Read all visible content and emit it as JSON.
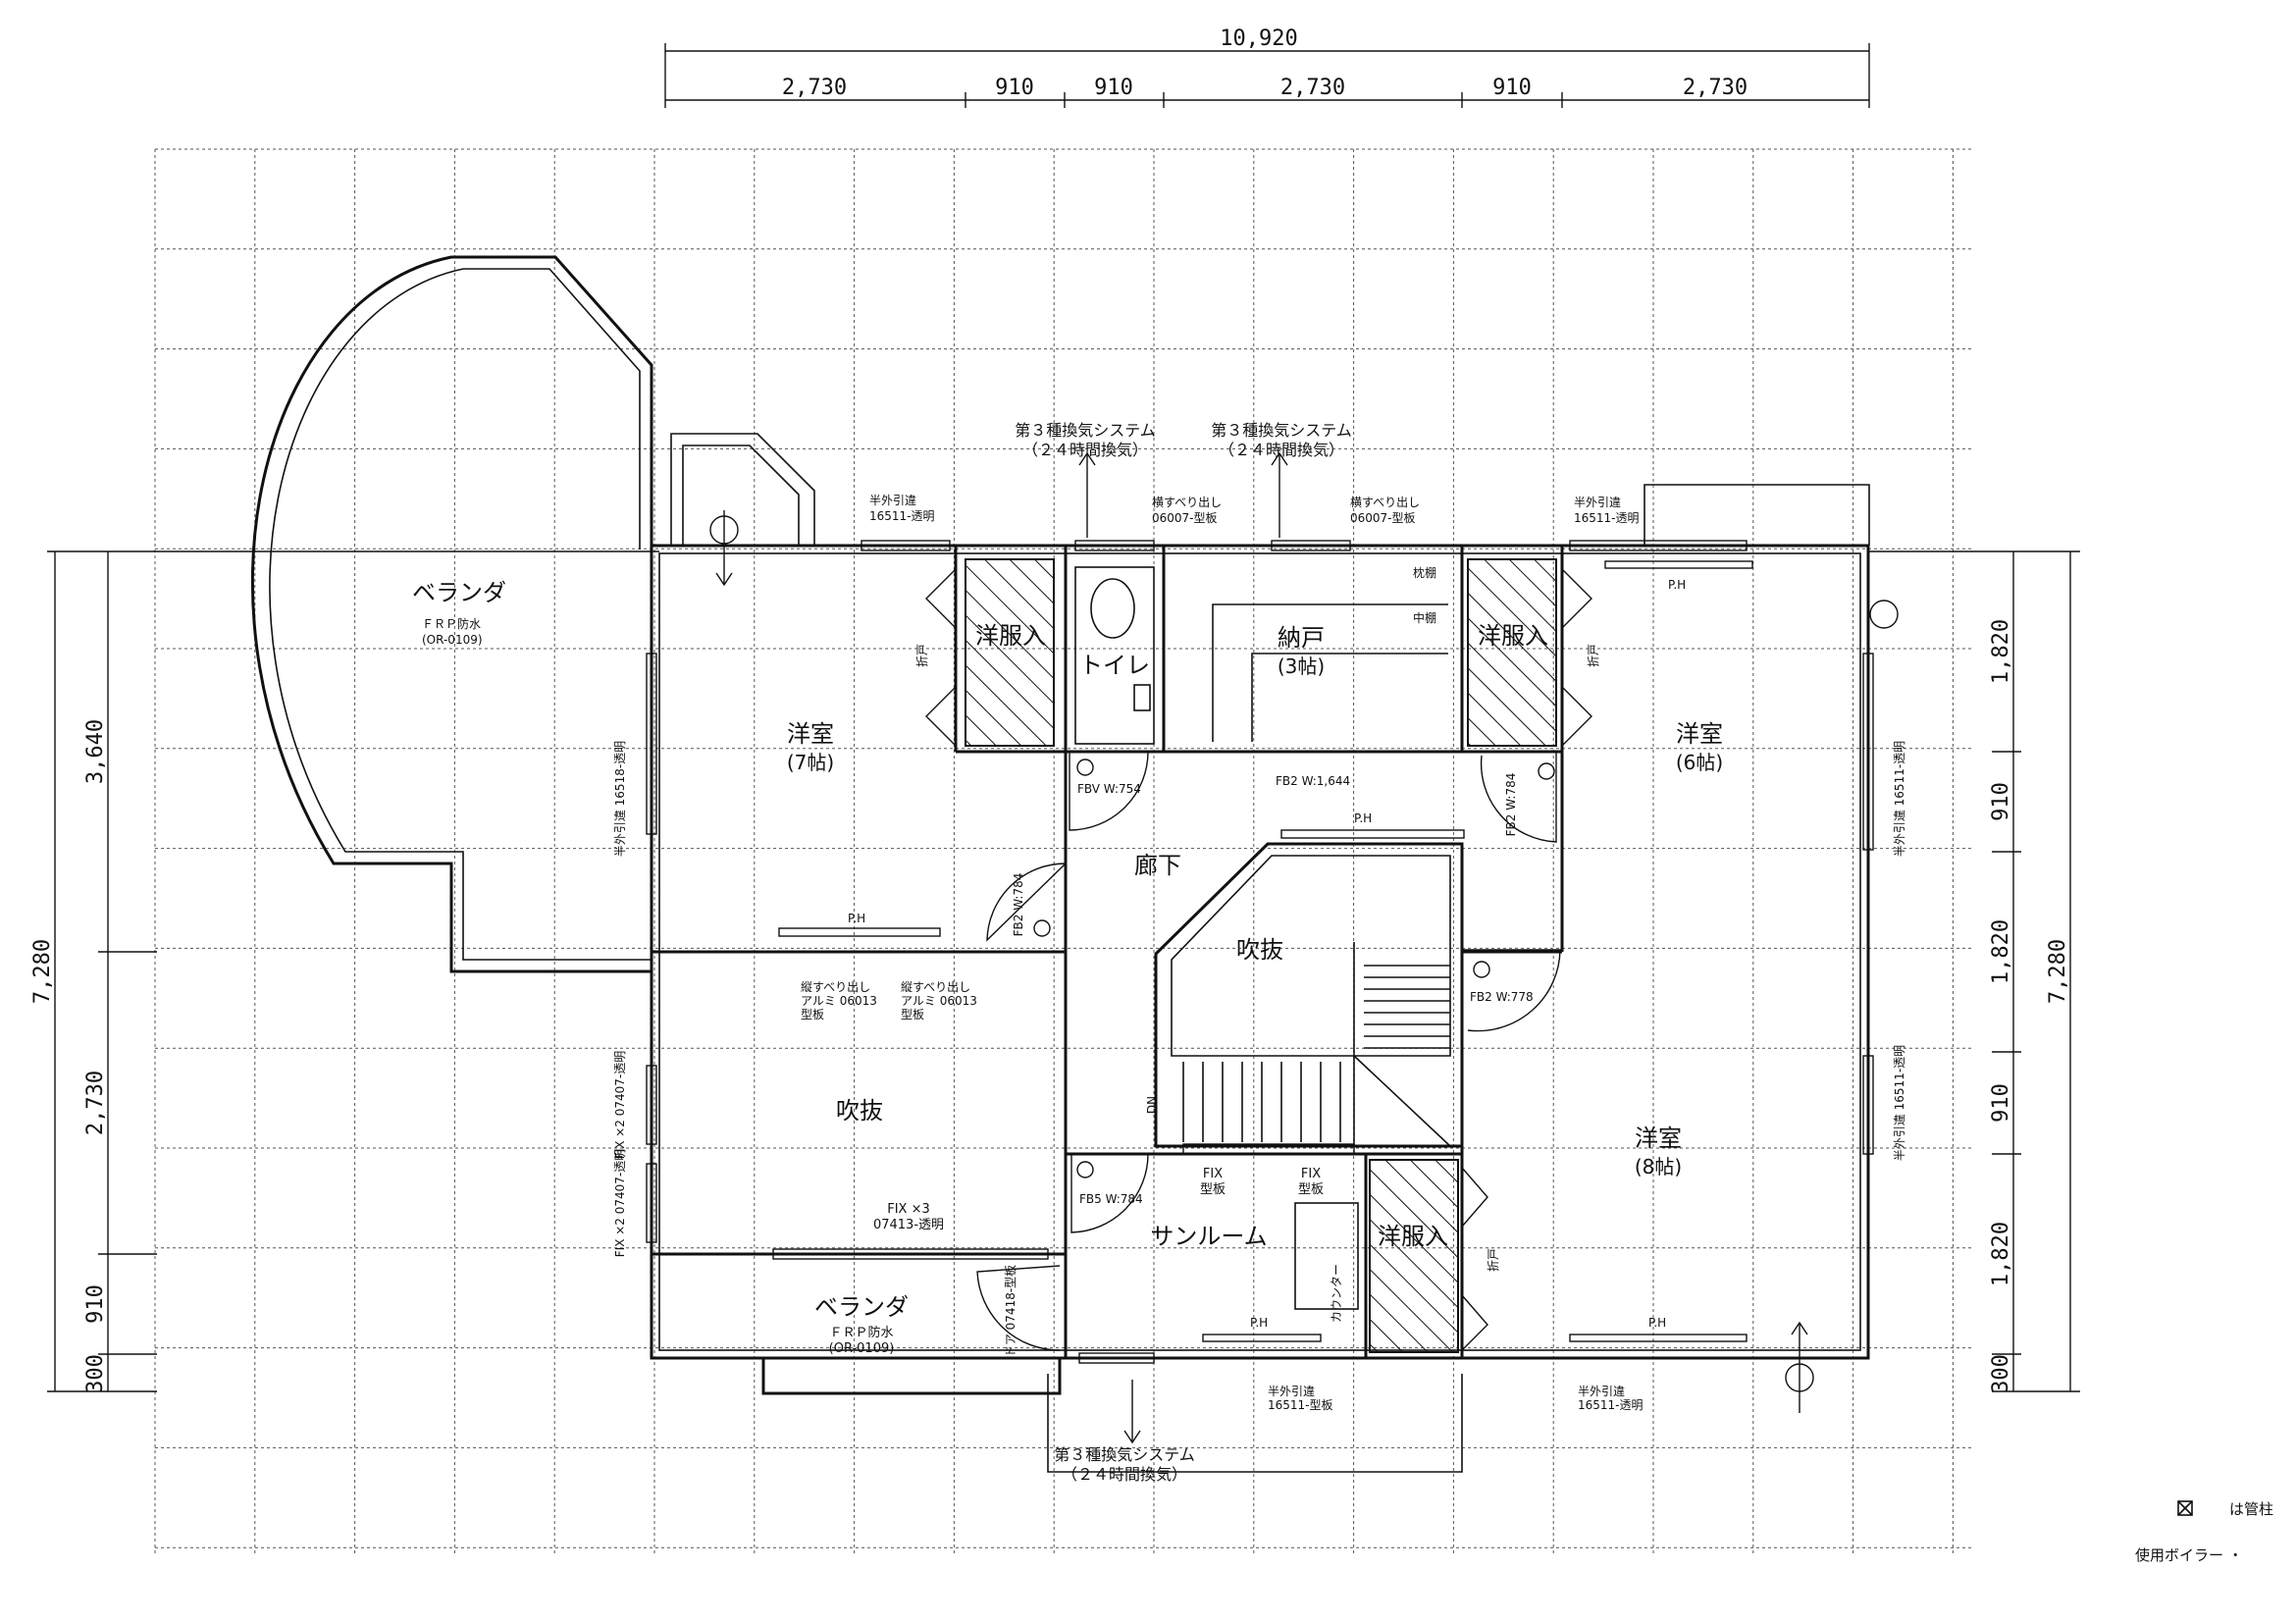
{
  "dimensions": {
    "total_width": "10,920",
    "top_segments": [
      "2,730",
      "910",
      "910",
      "2,730",
      "910",
      "2,730"
    ],
    "left_total": "7,280",
    "left_segments": [
      "3,640",
      "2,730",
      "910",
      "300"
    ],
    "right_total": "7,280",
    "right_segments": [
      "1,820",
      "910",
      "1,820",
      "910",
      "1,820",
      "300"
    ]
  },
  "rooms": {
    "veranda_top": {
      "name": "ベランダ",
      "spec": "ＦＲＰ防水",
      "code": "(OR-0109)"
    },
    "veranda_bottom": {
      "name": "ベランダ",
      "spec": "ＦＲＰ防水",
      "code": "(OR-0109)"
    },
    "western_room_7": {
      "name": "洋室",
      "size": "(7帖)"
    },
    "western_room_6": {
      "name": "洋室",
      "size": "(6帖)"
    },
    "western_room_8": {
      "name": "洋室",
      "size": "(8帖)"
    },
    "closet_left": "洋服入",
    "closet_right": "洋服入",
    "closet_bottom": "洋服入",
    "toilet": "トイレ",
    "storage": {
      "name": "納戸",
      "size": "(3帖)"
    },
    "hallway": "廊下",
    "void_center": "吹抜",
    "void_left": "吹抜",
    "sunroom": "サンルーム",
    "counter": "カウンター"
  },
  "ventilation": {
    "label1": "第３種換気システム",
    "sub1": "（２４時間換気）",
    "label2": "第３種換気システム",
    "sub2": "（２４時間換気）",
    "label3": "第３種換気システム",
    "sub3": "（２４時間換気）"
  },
  "annotations": {
    "shelf_pillow": "枕棚",
    "shelf_middle": "中棚",
    "ph_top_right": "P.H",
    "ph_center": "P.H",
    "ph_left": "P.H",
    "ph_sunroom": "P.H",
    "ph_bottom_right": "P.H",
    "fbv_toilet": "FBV W:754",
    "fb2_storage": "FB2 W:1,644",
    "fb2_right_room": "FB2 W:784",
    "fb2_left_room": "FB2 W:784",
    "fb2_stairs": "FB2 W:778",
    "fb5_sunroom": "FB5 W:784",
    "folding_door_left": "折戸",
    "folding_door_right": "折戸",
    "folding_door_bottom": "折戸",
    "stairs_dn": "DN",
    "fix_sunroom_1": "FIX",
    "fix_sunroom_1b": "型板",
    "fix_sunroom_2": "FIX",
    "fix_sunroom_2b": "型板",
    "fix_x3": "FIX ×3",
    "fix_x3_code": "07413-透明",
    "win_top_left_1": "半外引違",
    "win_top_left_2": "16511-透明",
    "win_top_right_1": "半外引違",
    "win_top_right_2": "16511-透明",
    "win_vent1_1": "横すべり出し",
    "win_vent1_2": "06007-型板",
    "win_vent2_1": "横すべり出し",
    "win_vent2_2": "06007-型板",
    "win_inner_1": "縦すべり出し",
    "win_inner_1b": "アルミ 06013",
    "win_inner_1c": "型板",
    "win_inner_2": "縦すべり出し",
    "win_inner_2b": "アルミ 06013",
    "win_inner_2c": "型板",
    "win_bottom_1": "半外引違",
    "win_bottom_1b": "16511-型板",
    "win_bottom_2": "半外引違",
    "win_bottom_2b": "16511-透明",
    "left_wall_win": "半外引違 16518-透明",
    "fix_x2_a": "FIX ×2 07407-透明",
    "fix_x2_b": "FIX ×2 07407-透明",
    "right_wall_win_a": "半外引違 16511-透明",
    "right_wall_win_b": "半外引違 16511-透明",
    "veranda_door": "ドア 07418-型板"
  },
  "legend": {
    "symbol_text": "は管柱",
    "boiler_text": "使用ボイラー ・"
  }
}
